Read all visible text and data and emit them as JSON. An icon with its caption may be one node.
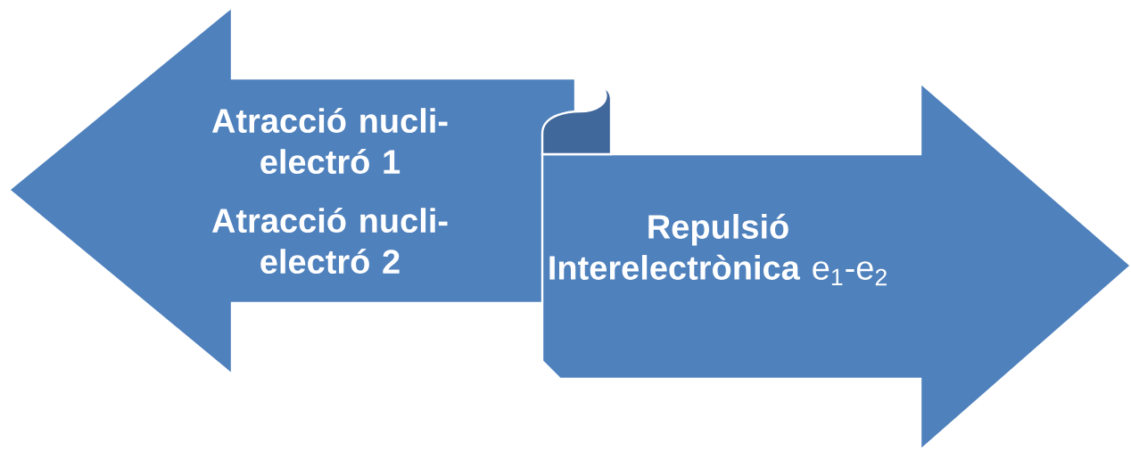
{
  "diagram": {
    "nodes": [
      {
        "text": [
          "Atracció nucli-electró 1",
          "Atracció nucli-electró 2"
        ]
      },
      {
        "text": [
          "**Repulsió Interelectrònica** e$_{1}$-e$_{2}$"
        ]
      }
    ]
  }
}
